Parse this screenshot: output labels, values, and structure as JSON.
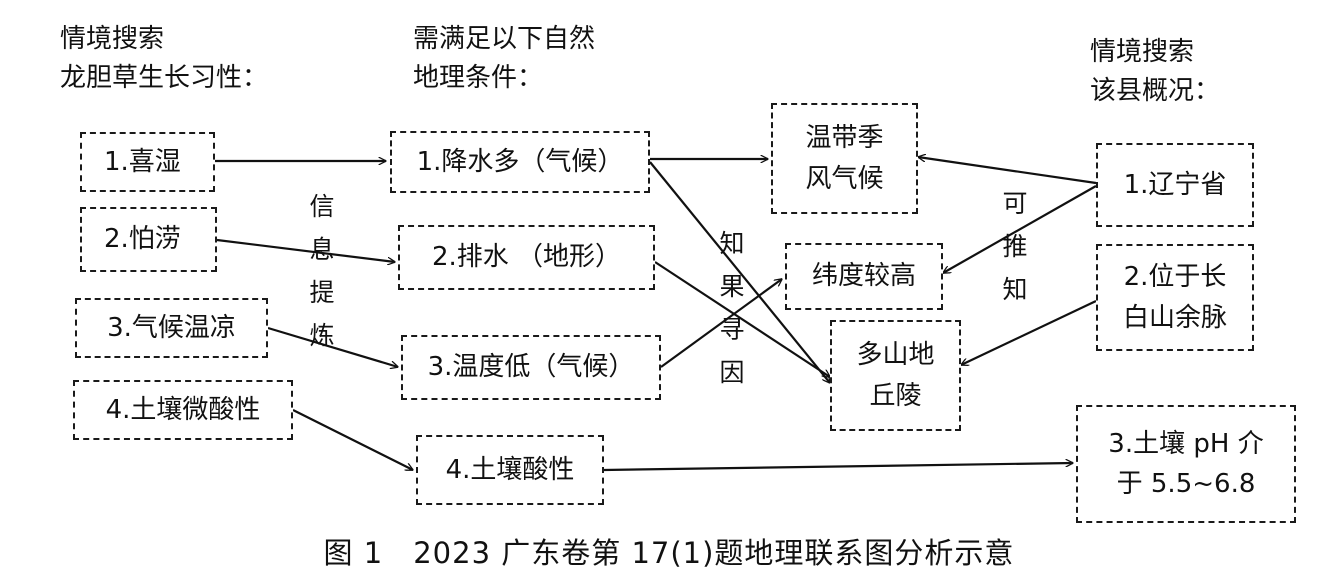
{
  "headers": {
    "col1": [
      "情境搜索",
      "龙胆草生长习性："
    ],
    "col2": [
      "需满足以下自然",
      "地理条件："
    ],
    "col4": [
      "情境搜索",
      "该县概况："
    ]
  },
  "boxes": {
    "habit_1": [
      "1.喜湿"
    ],
    "habit_2": [
      "2.怕涝"
    ],
    "habit_3": [
      "3.气候温凉"
    ],
    "habit_4": [
      "4.土壤微酸性"
    ],
    "cond_1": [
      "1.降水多（气候）"
    ],
    "cond_2": [
      "2.排水 （地形）"
    ],
    "cond_3": [
      "3.温度低（气候）"
    ],
    "cond_4": [
      "4.土壤酸性"
    ],
    "res_climate": [
      "温带季",
      "风气候"
    ],
    "res_latitude": [
      "纬度较高"
    ],
    "res_terrain": [
      "多山地",
      "丘陵"
    ],
    "county_1": [
      "1.辽宁省"
    ],
    "county_2": [
      "2.位于长",
      "白山余脉"
    ],
    "county_3": [
      "3.土壤 pH 介",
      "于 5.5~6.8"
    ]
  },
  "vertical_labels": {
    "info_refine": [
      "信",
      "息",
      "提",
      "炼"
    ],
    "effect_to_cause": [
      "知",
      "果",
      "寻",
      "因"
    ],
    "can_infer": [
      "可",
      "推",
      "知"
    ]
  },
  "caption": "图 1　2023 广东卷第 17(1)题地理联系图分析示意"
}
